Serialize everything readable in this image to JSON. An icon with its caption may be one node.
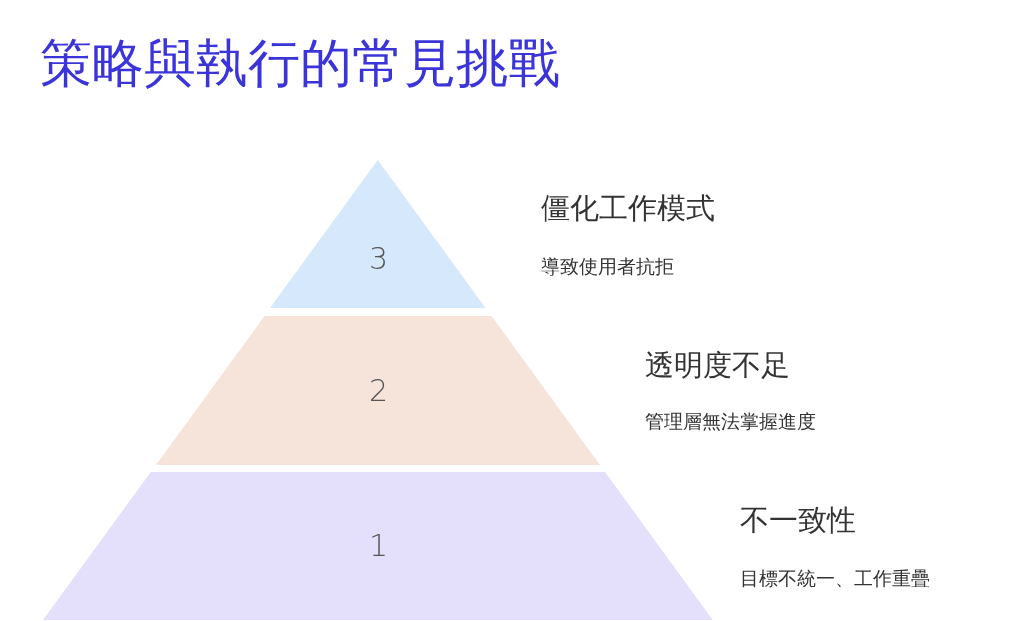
{
  "diagram": {
    "title": "策略與執行的常見挑戰",
    "nodes": [
      {
        "text": [
          "3"
        ],
        "beside": [
          "僵化工作模式",
          "導致使用者抗拒"
        ]
      },
      {
        "text": [
          "2"
        ],
        "beside": [
          "透明度不足",
          "管理層無法掌握進度"
        ]
      },
      {
        "text": [
          "1"
        ],
        "beside": [
          "不一致性",
          "目標不統一、工作重疊"
        ]
      }
    ]
  }
}
